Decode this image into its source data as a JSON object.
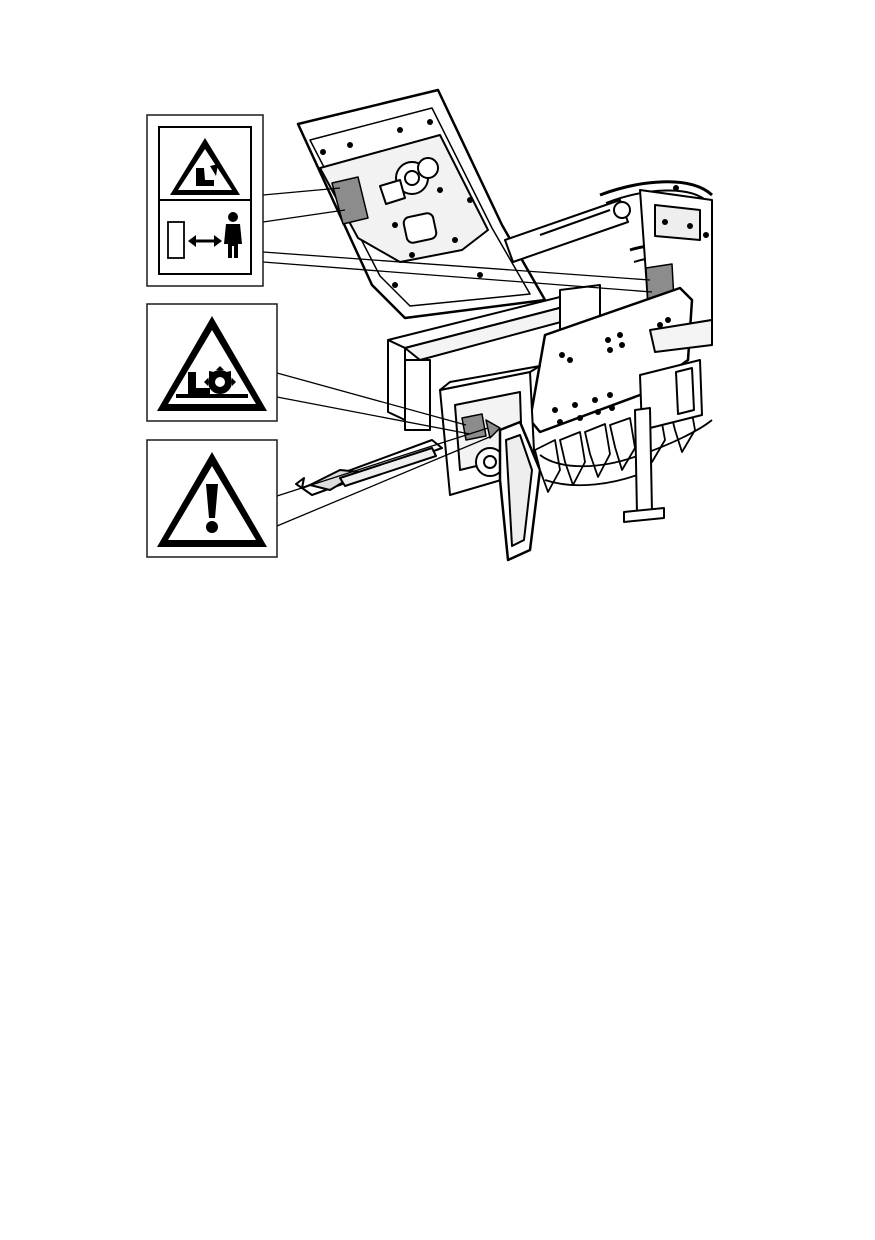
{
  "figure": {
    "colors": {
      "line": "#000000",
      "background": "#ffffff",
      "label_patch": "#8c8c8c",
      "panel_border": "#1a1a1a"
    },
    "labels": [
      {
        "panel": "panel-1",
        "icons": [
          "foot-crush-warning-icon",
          "safety-distance-icon"
        ]
      },
      {
        "panel": "panel-2",
        "icons": [
          "rotating-blade-warning-icon"
        ]
      },
      {
        "panel": "panel-3",
        "icons": [
          "general-warning-icon"
        ]
      }
    ]
  }
}
